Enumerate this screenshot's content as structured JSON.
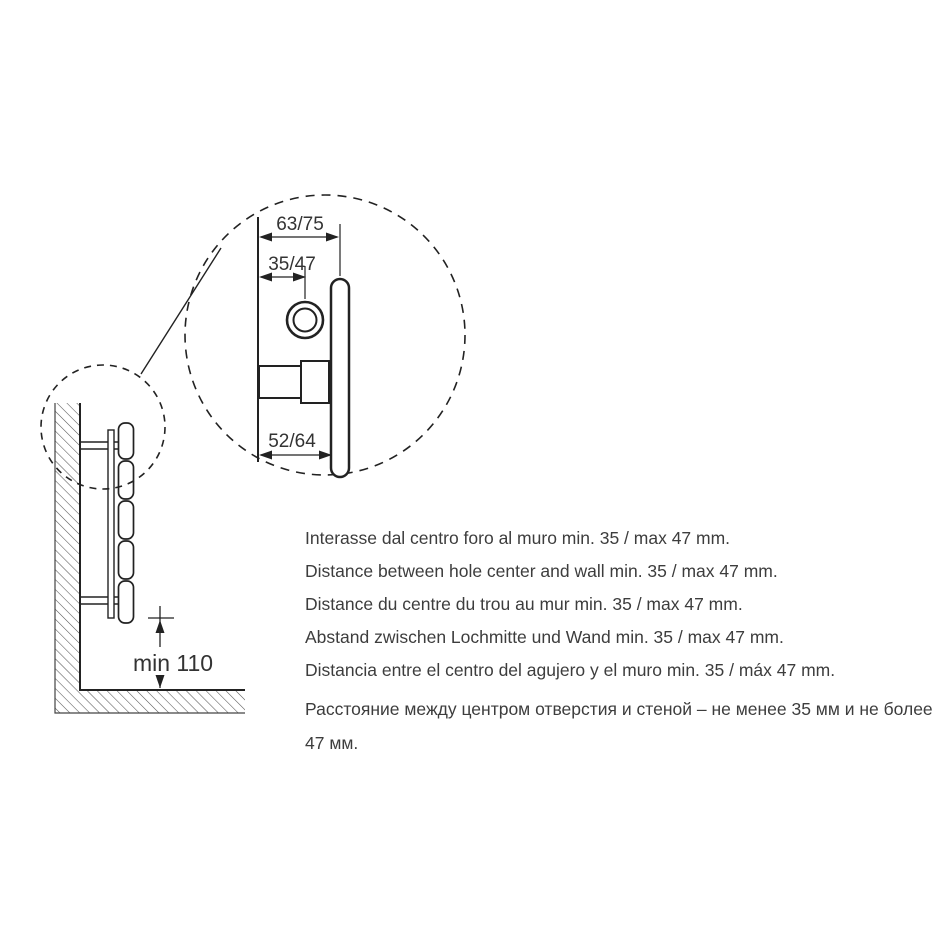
{
  "detail_view": {
    "dim_63_75": "63/75",
    "dim_35_47": "35/47",
    "dim_52_64": "52/64"
  },
  "side_view": {
    "dim_min_110": "min 110"
  },
  "notes": {
    "it": "Interasse dal centro foro al muro min. 35 / max 47 mm.",
    "en": "Distance between hole center and wall min. 35 / max 47 mm.",
    "fr": "Distance du centre du trou au mur min. 35 / max 47 mm.",
    "de": "Abstand zwischen Lochmitte und Wand min. 35 / max 47 mm.",
    "es": "Distancia entre el centro del agujero y el muro min. 35 / máx 47 mm.",
    "ru": "Расстояние между центром отверстия и стеной – не менее 35 мм и не более 47 мм."
  }
}
